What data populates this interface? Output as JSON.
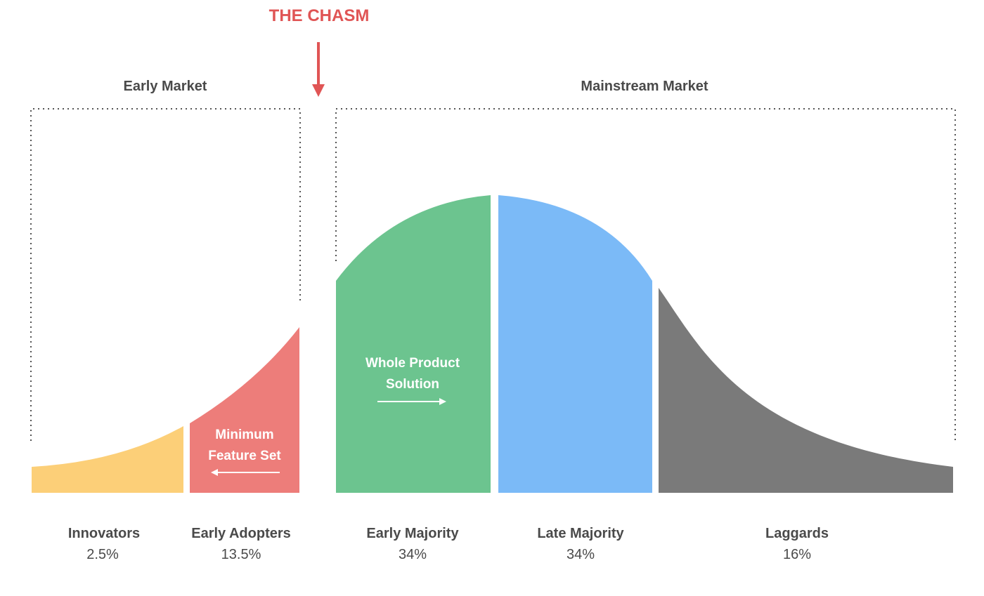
{
  "chasm": {
    "title": "THE CHASM",
    "color": "#e05555"
  },
  "markets": {
    "early": "Early Market",
    "mainstream": "Mainstream Market"
  },
  "annotations": {
    "minimum_feature_set": [
      "Minimum",
      "Feature Set"
    ],
    "whole_product_solution": [
      "Whole Product",
      "Solution"
    ]
  },
  "segments": [
    {
      "name": "Innovators",
      "share": "2.5%",
      "color": "#fccf78"
    },
    {
      "name": "Early Adopters",
      "share": "13.5%",
      "color": "#ed7d7a"
    },
    {
      "name": "Early Majority",
      "share": "34%",
      "color": "#6cc48f"
    },
    {
      "name": "Late Majority",
      "share": "34%",
      "color": "#7bbaf7"
    },
    {
      "name": "Laggards",
      "share": "16%",
      "color": "#7a7a7a"
    }
  ]
}
